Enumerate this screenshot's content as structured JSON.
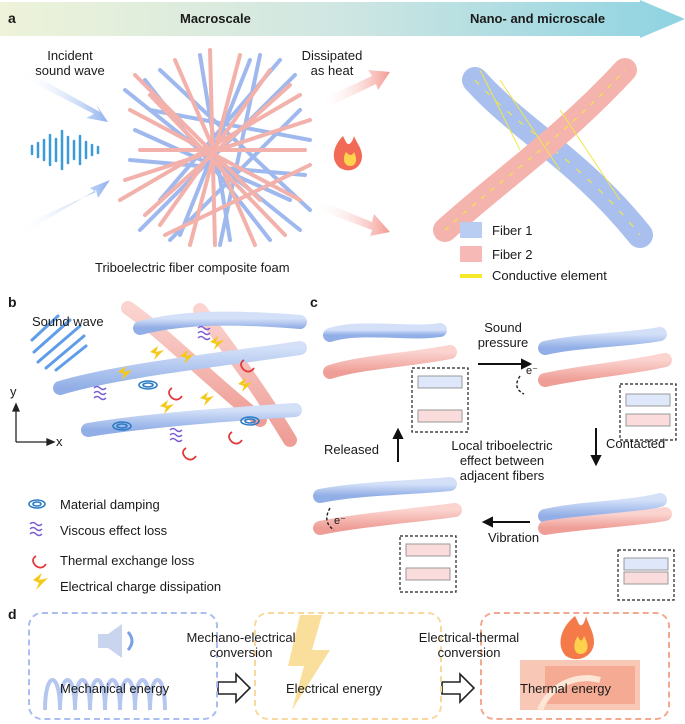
{
  "panel_a": {
    "letter": "a",
    "scale_left": "Macroscale",
    "scale_right": "Nano- and microscale",
    "incident": "Incident\nsound wave",
    "dissipated": "Dissipated\nas heat",
    "foam_caption": "Triboelectric fiber composite foam",
    "legend": [
      {
        "label": "Fiber 1",
        "color": "#b9cdf3"
      },
      {
        "label": "Fiber 2",
        "color": "#f6b9b5"
      },
      {
        "label": "Conductive element",
        "color": "#f4ea2a"
      }
    ]
  },
  "panel_b": {
    "letter": "b",
    "sound_wave": "Sound wave",
    "axis_y": "y",
    "axis_x": "x",
    "legend": [
      {
        "label": "Material damping",
        "icon": "damping-icon"
      },
      {
        "label": "Viscous effect loss",
        "icon": "viscous-icon"
      },
      {
        "label": "Thermal exchange loss",
        "icon": "thermal-icon"
      },
      {
        "label": "Electrical charge dissipation",
        "icon": "lightning-icon"
      }
    ]
  },
  "panel_c": {
    "letter": "c",
    "sound_pressure": "Sound\npressure",
    "contacted": "Contacted",
    "vibration": "Vibration",
    "released": "Released",
    "center_text": "Local triboelectric\neffect between\nadjacent fibers",
    "electron": "e⁻"
  },
  "panel_d": {
    "letter": "d",
    "mechanical": "Mechanical energy",
    "electrical": "Electrical energy",
    "thermal": "Thermal energy",
    "conv1": "Mechano-electrical\nconversion",
    "conv2": "Electrical-thermal\nconversion",
    "colors": {
      "mech": "#a9bdf0",
      "elec": "#f7d9a0",
      "therm": "#f3a98f"
    }
  }
}
